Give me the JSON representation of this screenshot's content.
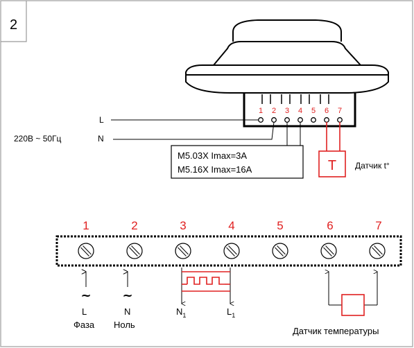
{
  "figure_number": "2",
  "thermostat": {
    "line_l": "L",
    "line_n": "N",
    "supply": "220В ~ 50Гц",
    "terminals": [
      "1",
      "2",
      "3",
      "4",
      "5",
      "6",
      "7"
    ],
    "model_line_1": "M5.03X Imax=3A",
    "model_line_2": "M5.16X Imax=16A",
    "sensor_symbol": "T",
    "sensor_label": "Датчик t°"
  },
  "terminal_block": {
    "numbers": [
      "1",
      "2",
      "3",
      "4",
      "5",
      "6",
      "7"
    ],
    "l_letter": "L",
    "l_word": "Фаза",
    "n_letter": "N",
    "n_word": "Ноль",
    "tilde": "~",
    "n1_main": "N",
    "n1_sub": "1",
    "l1_main": "L",
    "l1_sub": "1",
    "sensor_label": "Датчик температуры"
  },
  "colors": {
    "accent": "#e02020",
    "line": "#000000",
    "frame": "#b0b0b0"
  }
}
